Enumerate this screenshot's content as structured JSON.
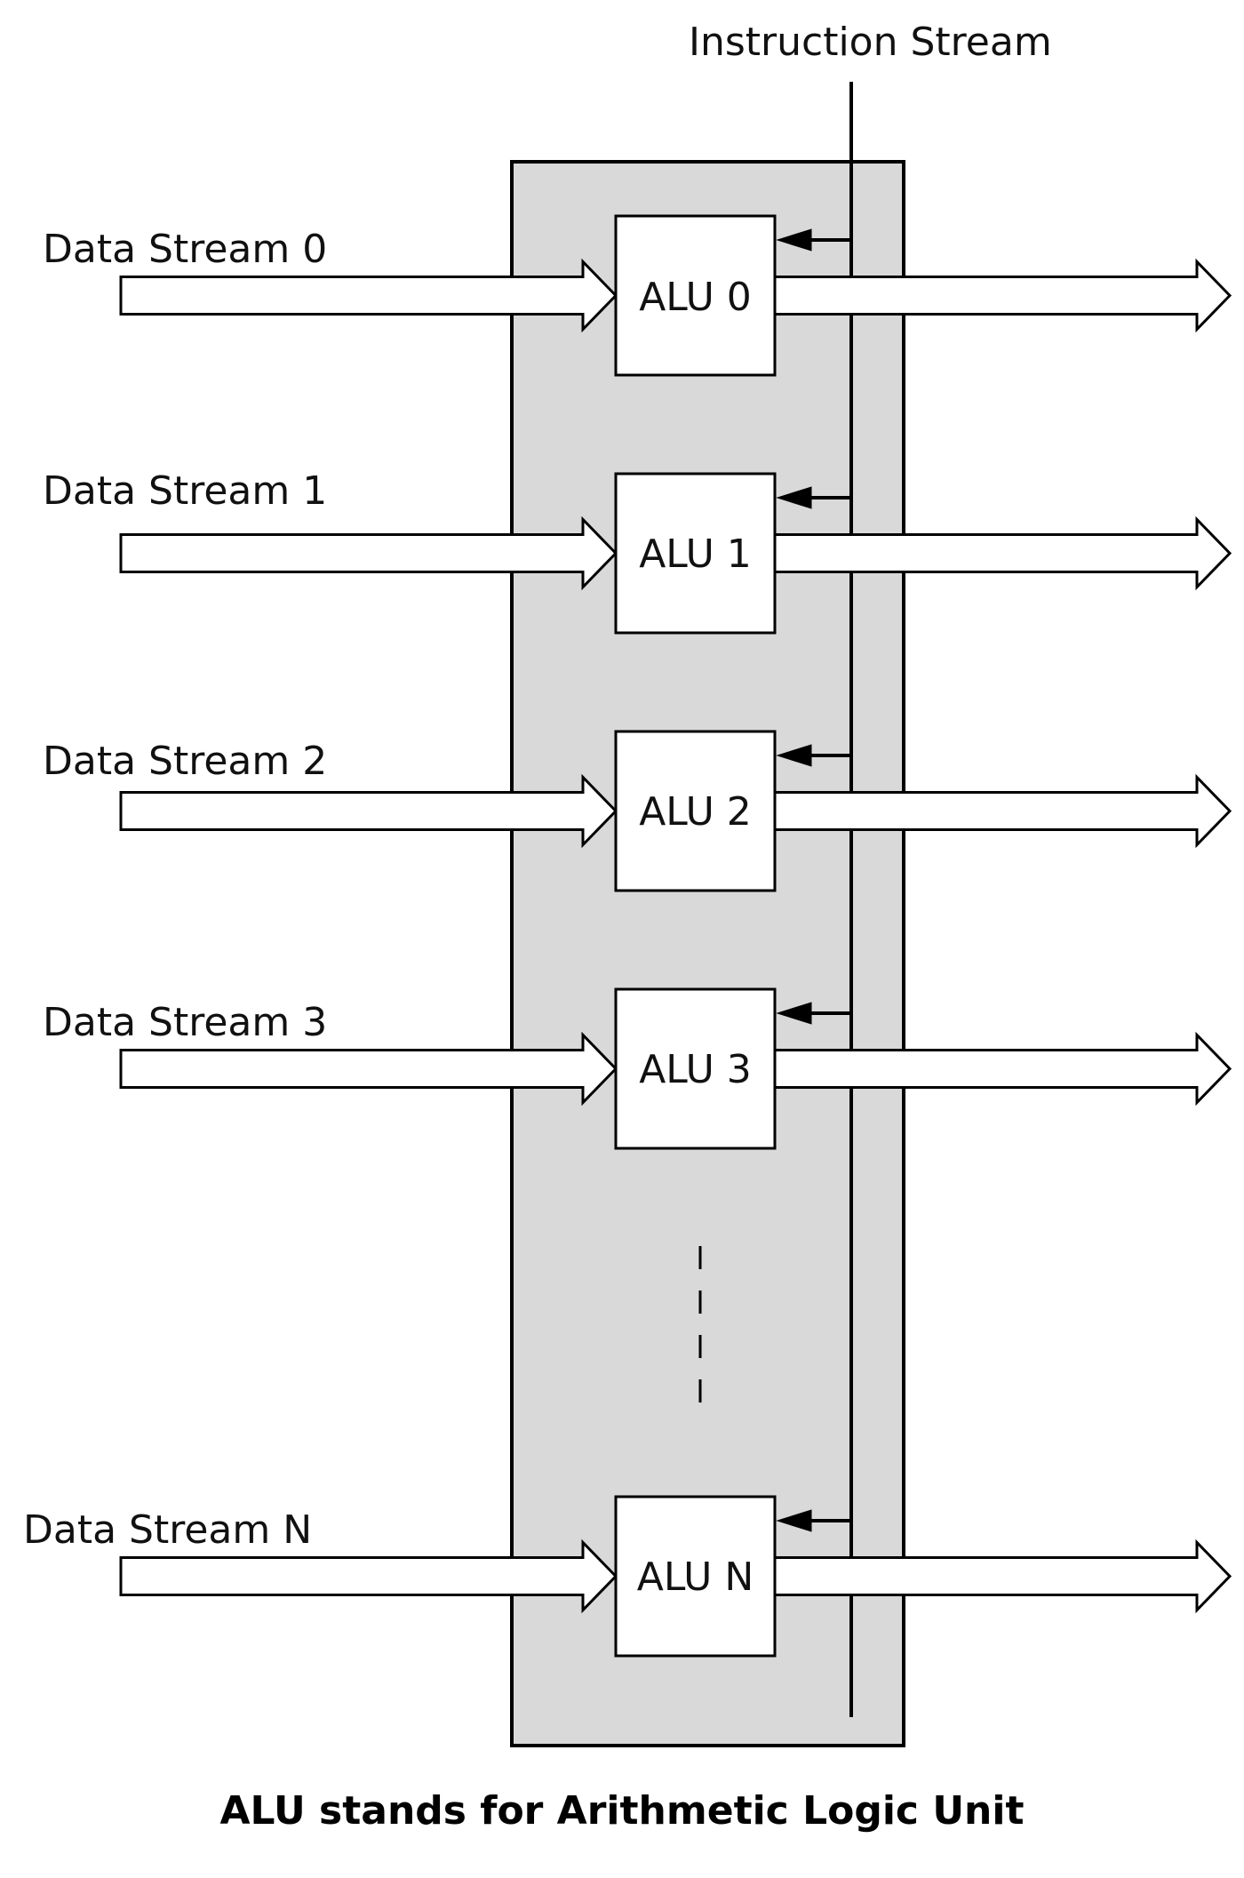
{
  "instruction_stream": {
    "label": "Instruction Stream"
  },
  "units": [
    {
      "data_stream": "Data Stream 0",
      "alu": "ALU 0"
    },
    {
      "data_stream": "Data Stream 1",
      "alu": "ALU 1"
    },
    {
      "data_stream": "Data Stream 2",
      "alu": "ALU 2"
    },
    {
      "data_stream": "Data Stream 3",
      "alu": "ALU 3"
    },
    {
      "data_stream": "Data Stream N",
      "alu": "ALU N"
    }
  ],
  "caption": "ALU stands for Arithmetic Logic Unit",
  "colors": {
    "processor_fill": "#d9d9d9",
    "stroke": "#000000",
    "alu_fill": "#ffffff",
    "arrow_fill": "#ffffff"
  }
}
